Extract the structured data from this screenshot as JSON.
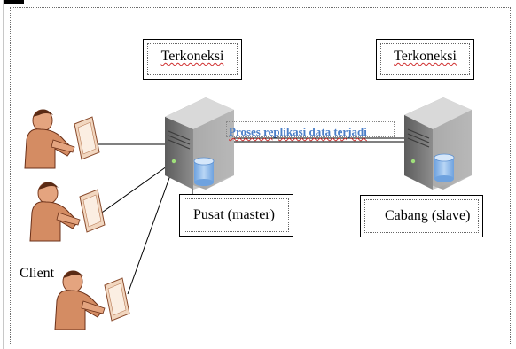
{
  "labels": {
    "connected_master": "Terkoneksi",
    "connected_slave": "Terkoneksi",
    "master": "Pusat (master)",
    "slave": "Cabang (slave)",
    "replication": "Proses replikasi data terjadi",
    "client": "Client"
  },
  "colors": {
    "server_body": "#9a9a9a",
    "server_front": "#6b6b6b",
    "disk": "#8fb7e8",
    "replication_text": "#4a7ec8",
    "person_shirt": "#e9b89a",
    "person_skin": "#c0734a"
  },
  "icons": [
    "server-icon",
    "database-icon",
    "client-person-icon"
  ]
}
